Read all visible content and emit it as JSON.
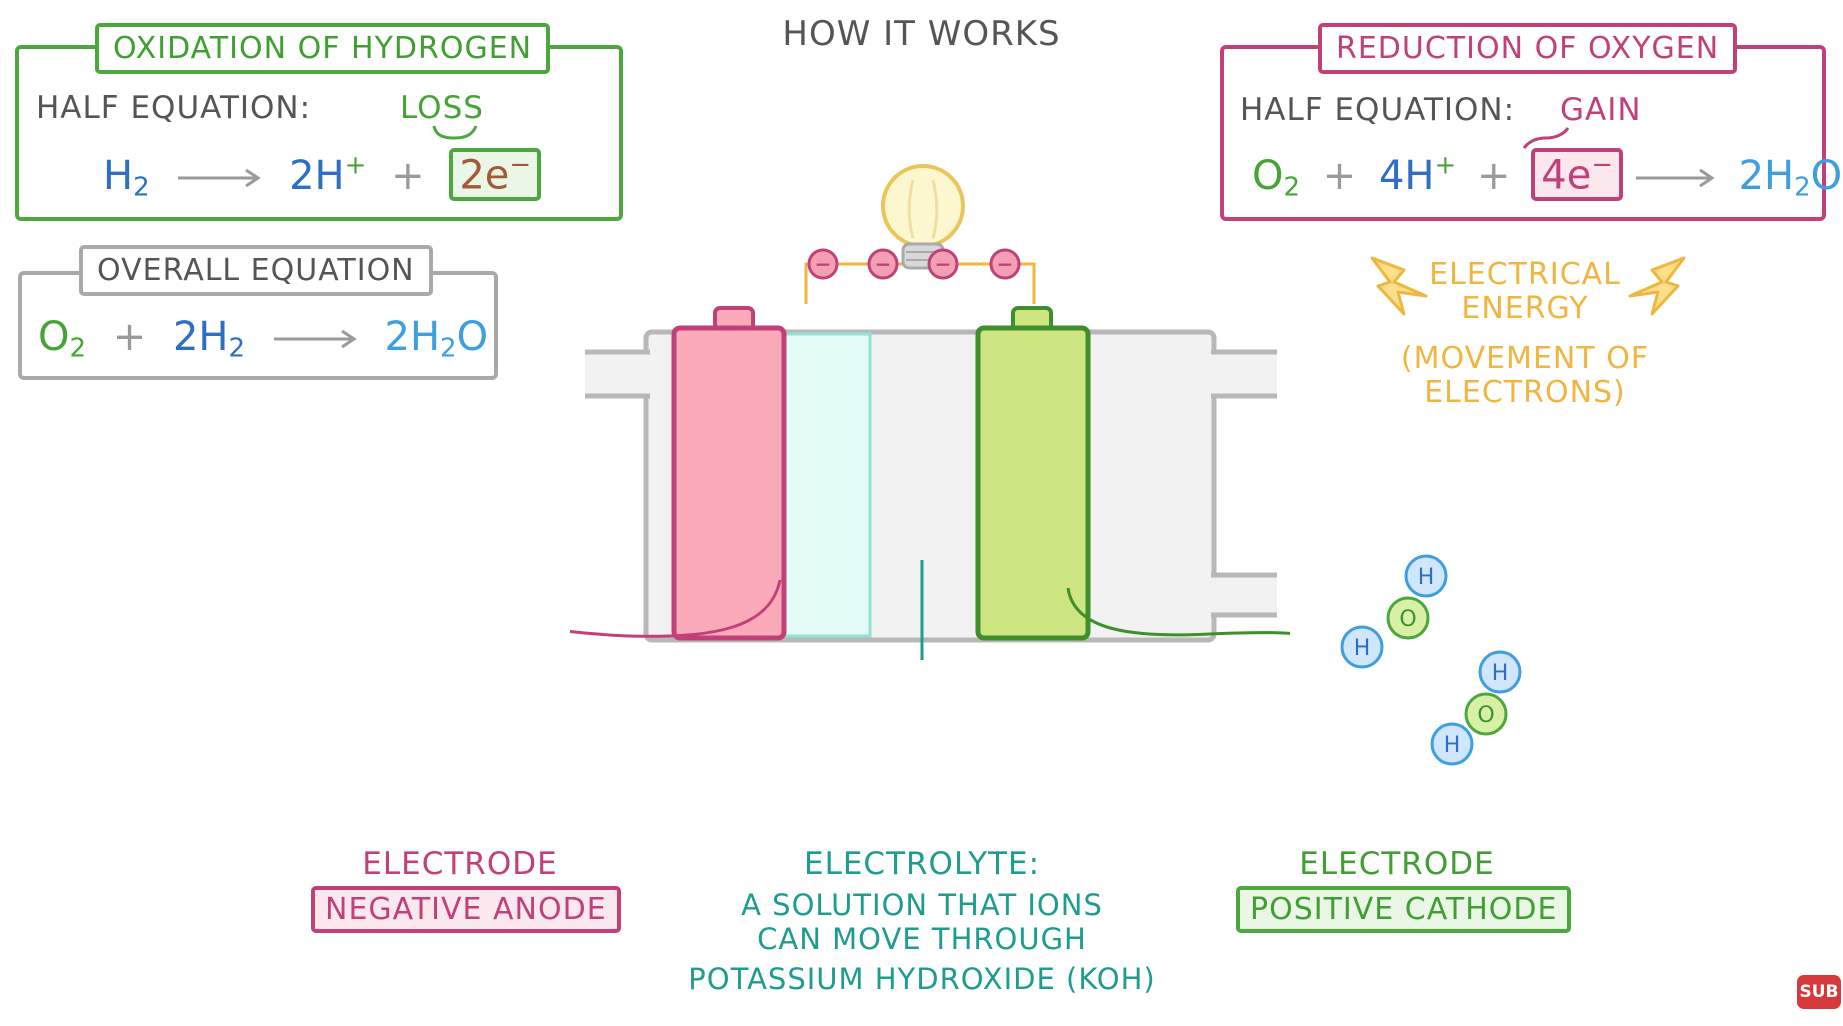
{
  "title": "HOW IT WORKS",
  "oxidation": {
    "heading": "OXIDATION OF HYDROGEN",
    "half_label": "HALF EQUATION:",
    "note": "LOSS",
    "reactant": "H",
    "reactant_sub": "2",
    "product": "2H",
    "product_sup": "+",
    "plus": "+",
    "electrons": "2e",
    "electrons_sup": "−"
  },
  "overall": {
    "heading": "OVERALL EQUATION",
    "r1": "O",
    "r1_sub": "2",
    "plus": "+",
    "r2": "2H",
    "r2_sub": "2",
    "p1": "2H",
    "p1_sub": "2",
    "p1_tail": "O"
  },
  "reduction": {
    "heading": "REDUCTION OF OXYGEN",
    "half_label": "HALF EQUATION:",
    "note": "GAIN",
    "r1": "O",
    "r1_sub": "2",
    "plus1": "+",
    "r2": "4H",
    "r2_sup": "+",
    "plus2": "+",
    "electrons": "4e",
    "electrons_sup": "−",
    "product": "2H",
    "product_sub": "2",
    "product_tail": "O"
  },
  "energy": {
    "line1": "ELECTRICAL",
    "line2": "ENERGY",
    "line3": "(MOVEMENT OF",
    "line4": "ELECTRONS)"
  },
  "electron_symbol": "−",
  "water": {
    "h": "H",
    "o": "O"
  },
  "anode": {
    "title": "ELECTRODE",
    "tag": "NEGATIVE ANODE"
  },
  "electrolyte": {
    "title": "ELECTROLYTE:",
    "line1": "A SOLUTION THAT IONS",
    "line2": "CAN MOVE THROUGH",
    "line3": "POTASSIUM HYDROXIDE (KOH)"
  },
  "cathode": {
    "title": "ELECTRODE",
    "tag": "POSITIVE CATHODE"
  },
  "badge": "SUB",
  "colors": {
    "green": "#4ca83c",
    "pink": "#c2407a",
    "blue": "#2e6fc4",
    "light_blue": "#3d9ee0",
    "orange": "#f2b540",
    "teal": "#1e9c8e",
    "anode_fill": "#fbaab9",
    "cathode_fill": "#cde681",
    "electrolyte_fill": "#e3fbf7"
  }
}
